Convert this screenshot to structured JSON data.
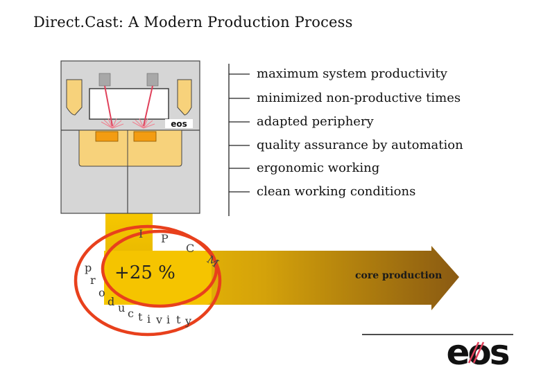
{
  "title": "Direct.Cast: A Modern Production Process",
  "features": [
    "maximum system productivity",
    "minimized non-productive times",
    "adapted periphery",
    "quality assurance by automation",
    "ergonomic working",
    "clean working conditions"
  ],
  "ipcm_letters": [
    "I",
    "P",
    "C",
    "M"
  ],
  "productivity_letters": [
    "p",
    "r",
    "o",
    "d",
    "u",
    "c",
    "t",
    "i",
    "v",
    "i",
    "t",
    "y"
  ],
  "percent_label": "+25 %",
  "arrow_label": "core production",
  "logo_text": "eos",
  "colors": {
    "machine_body": "#d4d4d4",
    "machine_yellow": "#f7d27b",
    "laser_head": "#a9a9a9",
    "laser_beam": "#e0405a",
    "chamber_orange": "#f39c12",
    "ring_red": "#e8401c",
    "arrow_start": "#f3c300",
    "arrow_end": "#8c5a12"
  }
}
